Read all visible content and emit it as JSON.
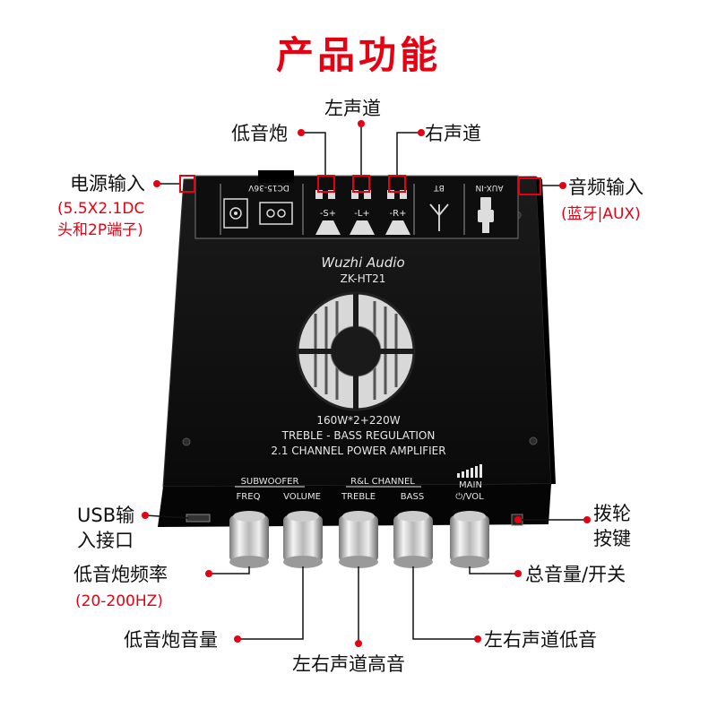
{
  "title": "产品功能",
  "board": {
    "brand": "Wuzhi Audio",
    "model": "ZK-HT21",
    "dc_label": "DC15-36V",
    "bt_label": "BT",
    "aux_label": "AUX-IN",
    "sub_terminal": "-S+",
    "left_terminal": "-L+",
    "right_terminal": "-R+",
    "line1": "160W*2+220W",
    "line2": "TREBLE - BASS REGULATION",
    "line3": "2.1 CHANNEL POWER AMPLIFIER",
    "group_subwoofer": "SUBWOOFER",
    "group_rl": "R&L CHANNEL",
    "group_main": "MAIN",
    "knob_freq": "FREQ",
    "knob_volume": "VOLUME",
    "knob_treble": "TREBLE",
    "knob_bass": "BASS",
    "knob_vol": "⏻/VOL"
  },
  "callouts": {
    "left_channel": "左声道",
    "subwoofer": "低音炮",
    "right_channel": "右声道",
    "power_input": "电源输入",
    "power_input_detail1": "(5.5X2.1DC",
    "power_input_detail2": "头和2P端子)",
    "audio_input": "音频输入",
    "audio_input_detail": "(蓝牙|AUX)",
    "usb1": "USB输",
    "usb2": "入接口",
    "sub_freq": "低音炮频率",
    "sub_freq_range": "(20-200HZ)",
    "sub_volume": "低音炮音量",
    "lr_treble": "左右声道高音",
    "lr_bass": "左右声道低音",
    "dial1": "拨轮",
    "dial2": "按键",
    "master": "总音量/开关"
  },
  "colors": {
    "accent": "#e60012",
    "panel": "#111111",
    "print": "#e8e8e8"
  }
}
